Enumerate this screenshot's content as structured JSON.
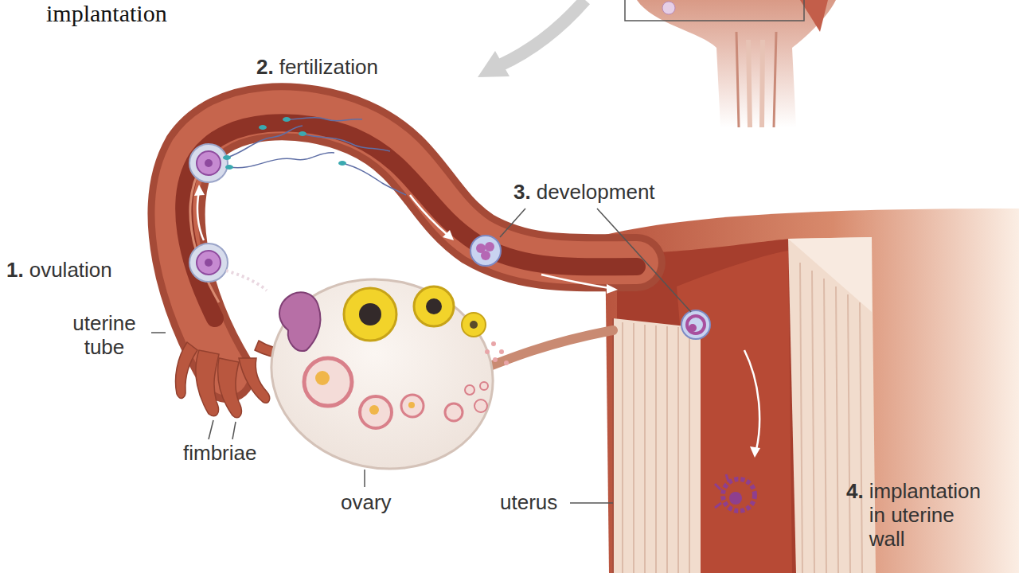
{
  "diagram": {
    "title": "implantation",
    "labels": [
      "2.",
      "fertilization",
      "3.",
      "development",
      "1.",
      "ovulation",
      "uterine tube",
      "fimbriae",
      "ovary",
      "uterus",
      "4.",
      "implantation in uterine wall"
    ]
  }
}
